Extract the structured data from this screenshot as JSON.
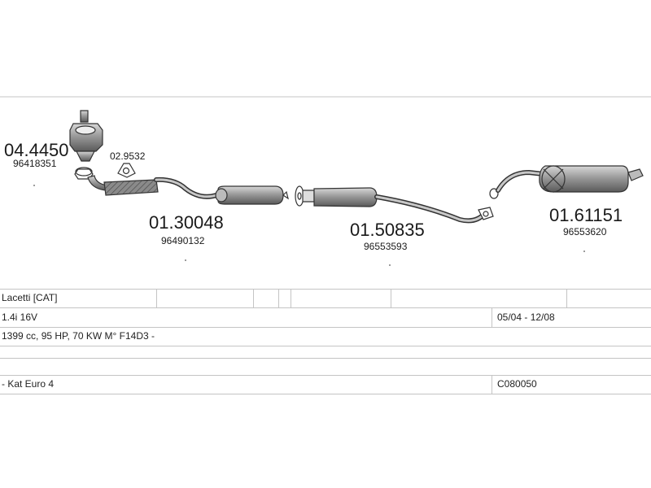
{
  "parts": [
    {
      "code": "04.4450",
      "ref": "96418351"
    },
    {
      "code": "02.9532",
      "ref": ""
    },
    {
      "code": "01.30048",
      "ref": "96490132"
    },
    {
      "code": "01.50835",
      "ref": "96553593"
    },
    {
      "code": "01.61151",
      "ref": "96553620"
    }
  ],
  "table": {
    "model": "Lacetti  [CAT]",
    "engine": "1.4i 16V",
    "period": "05/04 - 12/08",
    "specs": "1399 cc, 95 HP, 70 KW M° F14D3 -",
    "emission": "- Kat Euro 4",
    "system_code": "C080050"
  },
  "colors": {
    "line": "#333333",
    "fill": "#9a9a9a",
    "grid": "#c4c4c4"
  }
}
